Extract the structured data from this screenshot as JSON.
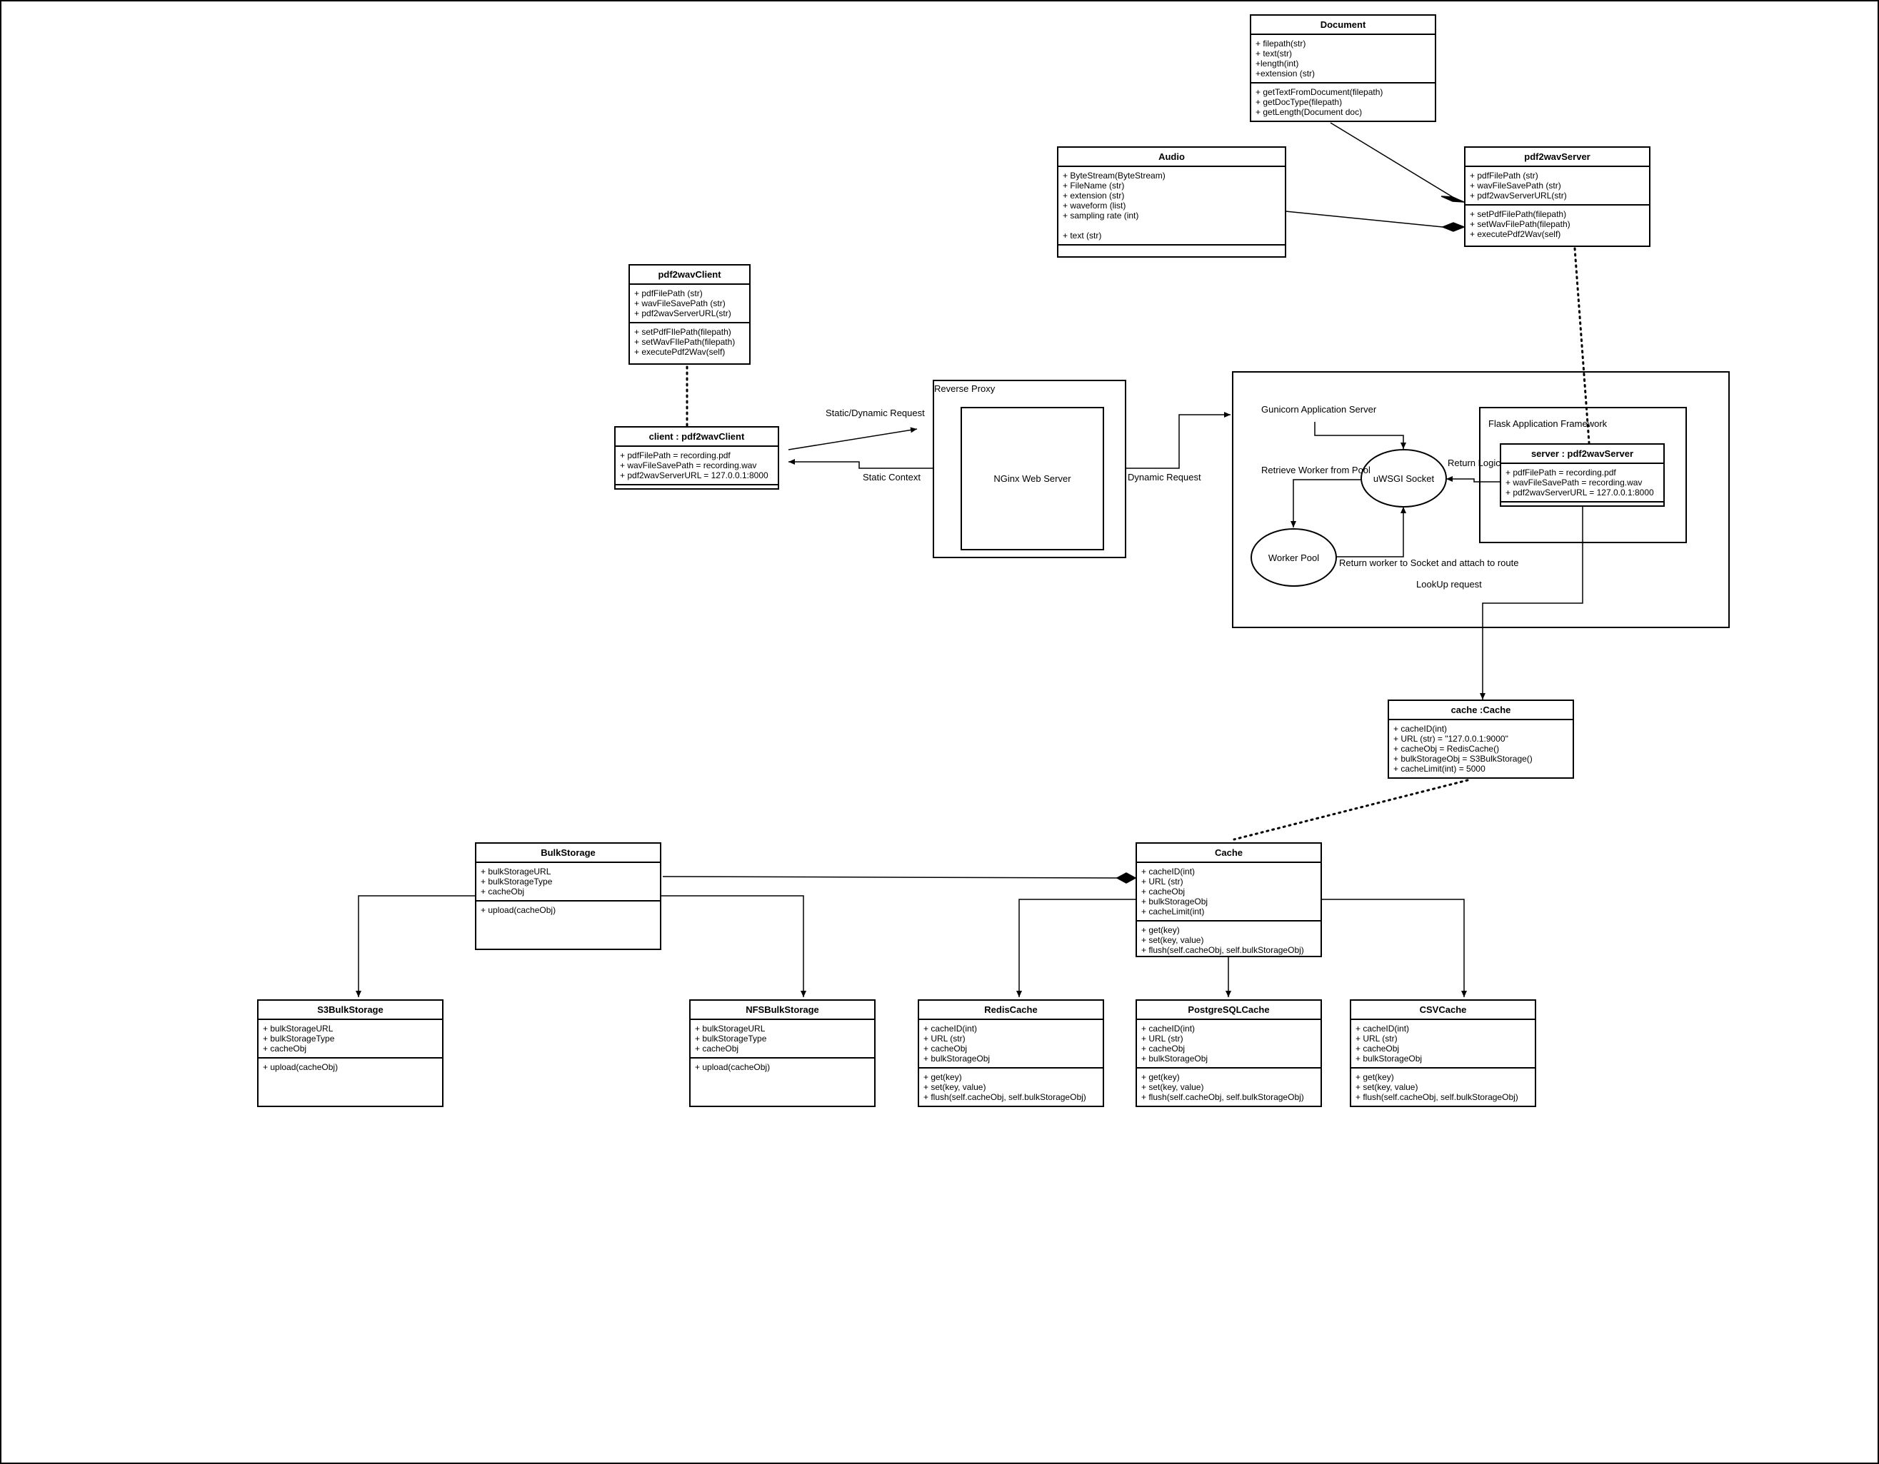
{
  "classes": {
    "document": {
      "title": "Document",
      "attrs": [
        "+ filepath(str)",
        "+ text(str)",
        "+length(int)",
        "+extension (str)"
      ],
      "methods": [
        "+ getTextFromDocument(filepath)",
        "+ getDocType(filepath)",
        "+ getLength(Document doc)"
      ]
    },
    "audio": {
      "title": "Audio",
      "attrs": [
        "+ ByteStream(ByteStream)",
        "+ FileName (str)",
        "+ extension (str)",
        "+ waveform (list)",
        "+ sampling rate (int)",
        "",
        "+ text (str)"
      ],
      "methods": []
    },
    "pdf2wav_server": {
      "title": "pdf2wavServer",
      "attrs": [
        "+ pdfFilePath (str)",
        "+ wavFileSavePath (str)",
        "+ pdf2wavServerURL(str)"
      ],
      "methods": [
        "+ setPdfFilePath(filepath)",
        "+ setWavFilePath(filepath)",
        "+ executePdf2Wav(self)"
      ]
    },
    "pdf2wav_client": {
      "title": "pdf2wavClient",
      "attrs": [
        "+ pdfFilePath (str)",
        "+ wavFileSavePath (str)",
        "+ pdf2wavServerURL(str)"
      ],
      "methods": [
        "+ setPdfFIlePath(filepath)",
        "+ setWavFIlePath(filepath)",
        "+ executePdf2Wav(self)"
      ]
    },
    "client_instance": {
      "title": "client : pdf2wavClient",
      "attrs": [
        "+ pdfFilePath = recording.pdf",
        "+ wavFileSavePath = recording.wav",
        "+ pdf2wavServerURL = 127.0.0.1:8000"
      ],
      "methods": []
    },
    "server_instance": {
      "title": "server : pdf2wavServer",
      "attrs": [
        "+ pdfFilePath = recording.pdf",
        "+ wavFileSavePath = recording.wav",
        "+ pdf2wavServerURL = 127.0.0.1:8000"
      ],
      "methods": []
    },
    "cache_instance": {
      "title": "cache :Cache",
      "attrs": [
        "+ cacheID(int)",
        "+ URL (str) = \"127.0.0.1:9000\"",
        "+ cacheObj = RedisCache()",
        "+ bulkStorageObj = S3BulkStorage()",
        "+ cacheLimit(int) = 5000"
      ],
      "methods": []
    },
    "cache": {
      "title": "Cache",
      "attrs": [
        "+ cacheID(int)",
        "+ URL (str)",
        "+ cacheObj",
        "+ bulkStorageObj",
        "+ cacheLimit(int)"
      ],
      "methods": [
        "+ get(key)",
        "+ set(key, value)",
        "+ flush(self.cacheObj, self.bulkStorageObj)"
      ]
    },
    "bulk_storage": {
      "title": "BulkStorage",
      "attrs": [
        "+ bulkStorageURL",
        "+ bulkStorageType",
        "+ cacheObj"
      ],
      "methods": [
        "+ upload(cacheObj)"
      ]
    },
    "s3_bulk_storage": {
      "title": "S3BulkStorage",
      "attrs": [
        "+ bulkStorageURL",
        "+ bulkStorageType",
        "+ cacheObj"
      ],
      "methods": [
        "+ upload(cacheObj)"
      ]
    },
    "nfs_bulk_storage": {
      "title": "NFSBulkStorage",
      "attrs": [
        "+ bulkStorageURL",
        "+ bulkStorageType",
        "+ cacheObj"
      ],
      "methods": [
        "+ upload(cacheObj)"
      ]
    },
    "redis_cache": {
      "title": "RedisCache",
      "attrs": [
        "+ cacheID(int)",
        "+ URL (str)",
        "+ cacheObj",
        "+ bulkStorageObj"
      ],
      "methods": [
        "+ get(key)",
        "+ set(key, value)",
        "+ flush(self.cacheObj, self.bulkStorageObj)"
      ]
    },
    "postgresql_cache": {
      "title": "PostgreSQLCache",
      "attrs": [
        "+ cacheID(int)",
        "+ URL (str)",
        "+ cacheObj",
        "+ bulkStorageObj"
      ],
      "methods": [
        "+ get(key)",
        "+ set(key, value)",
        "+ flush(self.cacheObj, self.bulkStorageObj)"
      ]
    },
    "csv_cache": {
      "title": "CSVCache",
      "attrs": [
        "+ cacheID(int)",
        "+ URL (str)",
        "+ cacheObj",
        "+ bulkStorageObj"
      ],
      "methods": [
        "+ get(key)",
        "+ set(key, value)",
        "+ flush(self.cacheObj, self.bulkStorageObj)"
      ]
    }
  },
  "labels": {
    "reverse_proxy": "Reverse Proxy",
    "nginx": "NGinx Web Server",
    "static_dynamic_request": "Static/Dynamic Request",
    "static_context": "Static Context",
    "dynamic_request": "Dynamic Request",
    "gunicorn": "Gunicorn Application Server",
    "flask": "Flask Application Framework",
    "uwsgi": "uWSGI Socket",
    "worker_pool": "Worker Pool",
    "retrieve_worker": "Retrieve Worker from Pool",
    "return_logic": "Return Logic",
    "return_worker": "Return worker to Socket and attach to route",
    "lookup_request": "LookUp request"
  }
}
